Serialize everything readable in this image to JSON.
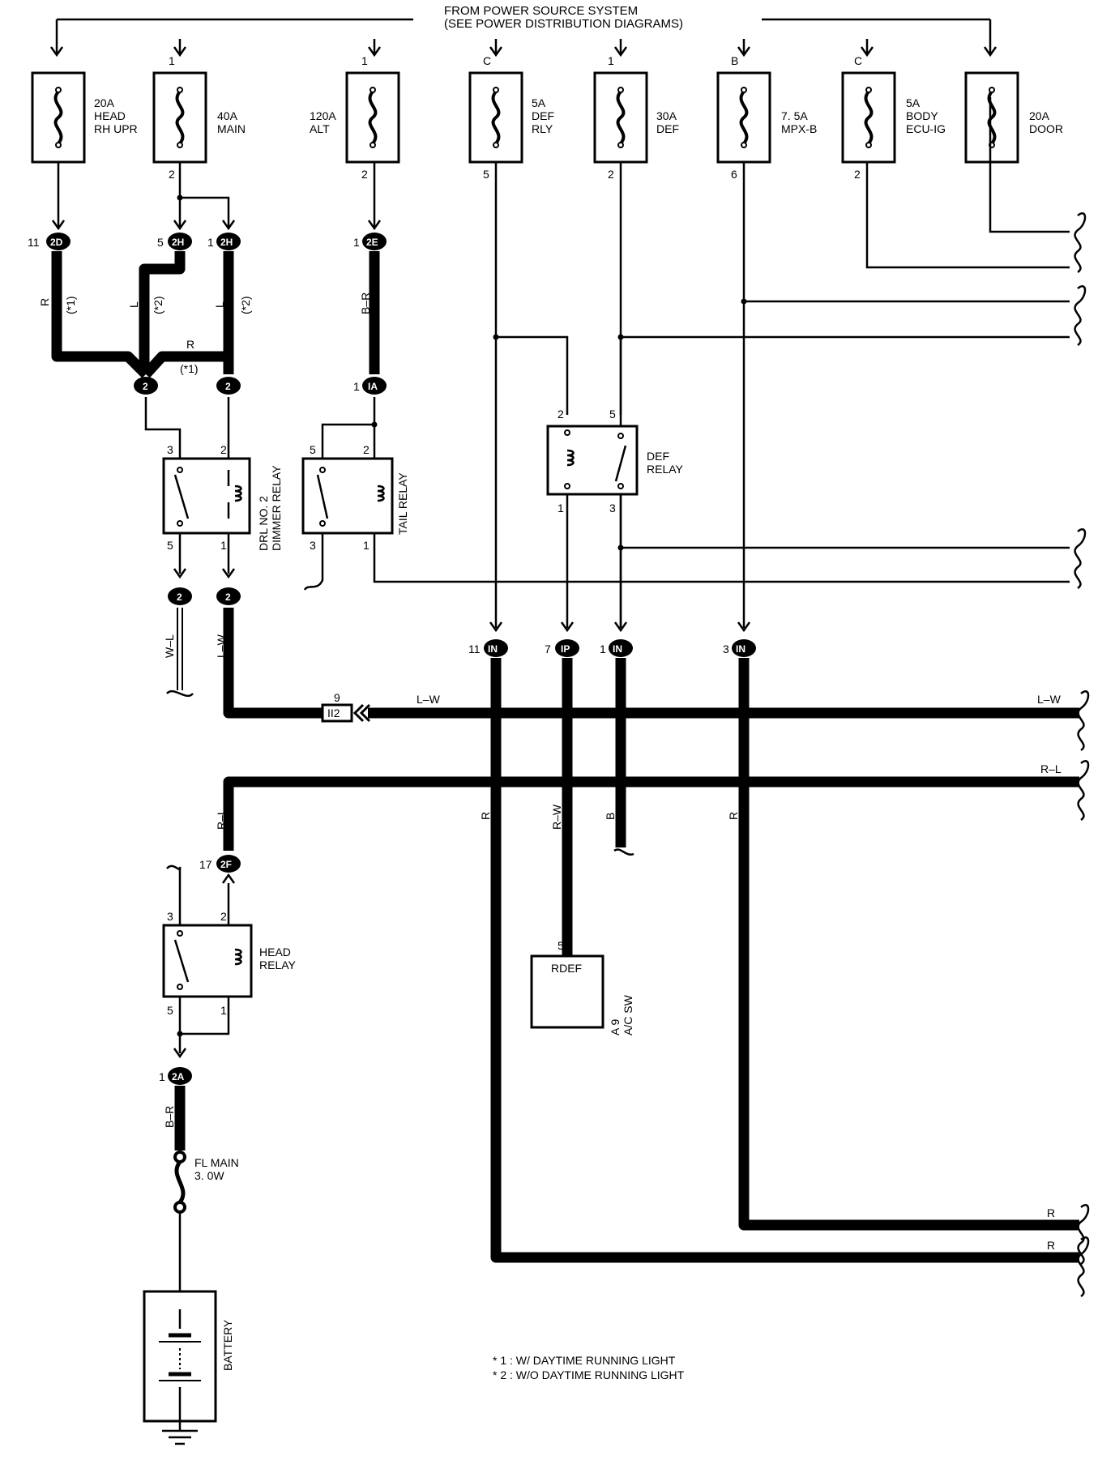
{
  "header": {
    "line1": "FROM POWER SOURCE SYSTEM",
    "line2": "(SEE POWER DISTRIBUTION DIAGRAMS)"
  },
  "fuses": [
    {
      "rating": "20A",
      "name1": "HEAD",
      "name2": "RH UPR",
      "pin_top": "",
      "pin_bottom": ""
    },
    {
      "rating": "40A",
      "name1": "MAIN",
      "name2": "",
      "pin_top": "1",
      "pin_bottom": "2"
    },
    {
      "rating": "120A",
      "name1": "ALT",
      "name2": "",
      "pin_top": "1",
      "pin_bottom": "2"
    },
    {
      "rating": "5A",
      "name1": "DEF",
      "name2": "RLY",
      "pin_top": "C",
      "pin_bottom": "5"
    },
    {
      "rating": "30A",
      "name1": "DEF",
      "name2": "",
      "pin_top": "1",
      "pin_bottom": "2"
    },
    {
      "rating": "7. 5A",
      "name1": "MPX-B",
      "name2": "",
      "pin_top": "B",
      "pin_bottom": "6"
    },
    {
      "rating": "5A",
      "name1": "BODY",
      "name2": "ECU-IG",
      "pin_top": "C",
      "pin_bottom": "2"
    },
    {
      "rating": "20A",
      "name1": "DOOR",
      "name2": "",
      "pin_top": "",
      "pin_bottom": ""
    }
  ],
  "connectors": {
    "c2D": {
      "id": "2D",
      "pin": "11"
    },
    "c2H_a": {
      "id": "2H",
      "pin": "5"
    },
    "c2H_b": {
      "id": "2H",
      "pin": "1"
    },
    "c2E": {
      "id": "2E",
      "pin": "1"
    },
    "c2_a": {
      "id": "2"
    },
    "c2_b": {
      "id": "2"
    },
    "cIA": {
      "id": "IA",
      "pin": "1"
    },
    "c2_c": {
      "id": "2"
    },
    "c2_d": {
      "id": "2"
    },
    "cIN_1": {
      "id": "IN",
      "pin": "11"
    },
    "cIP": {
      "id": "IP",
      "pin": "7"
    },
    "cIN_2": {
      "id": "IN",
      "pin": "1"
    },
    "cIN_3": {
      "id": "IN",
      "pin": "3"
    },
    "cII2": {
      "id": "II2",
      "pin": "9"
    },
    "c2F": {
      "id": "2F",
      "pin": "17"
    },
    "c2A": {
      "id": "2A",
      "pin": "1"
    }
  },
  "wires": {
    "r": "R",
    "r_note": "(*1)",
    "note_1": "(*1)",
    "note_2a": "(*2)",
    "note_2b": "(*2)",
    "l_a": "L",
    "l_b": "L",
    "br_top": "B–R",
    "wl": "W–L",
    "lw_v": "L–W",
    "lw_h1": "L–W",
    "lw_h2": "L–W",
    "rl_h": "R–L",
    "rl_v": "R–L",
    "r_v1": "R",
    "rw_v": "R–W",
    "b_v": "B",
    "r_v2": "R",
    "br_bottom": "B–R",
    "r_bot1": "R",
    "r_bot2": "R"
  },
  "relays": {
    "dimmer": {
      "name": "DRL NO. 2",
      "name2": "DIMMER RELAY",
      "p3": "3",
      "p2": "2",
      "p5": "5",
      "p1": "1"
    },
    "tail": {
      "name": "TAIL RELAY",
      "p5": "5",
      "p2": "2",
      "p3": "3",
      "p1": "1"
    },
    "def": {
      "name": "DEF",
      "name2": "RELAY",
      "p2": "2",
      "p5": "5",
      "p1": "1",
      "p3": "3"
    },
    "head": {
      "name": "HEAD",
      "name2": "RELAY",
      "p3": "3",
      "p2": "2",
      "p5": "5",
      "p1": "1"
    }
  },
  "acsw": {
    "label": "RDEF",
    "pin": "5",
    "id": "A 9",
    "name": "A/C SW"
  },
  "fusible_link": {
    "name": "FL MAIN",
    "rating": "3. 0W"
  },
  "battery": {
    "label": "BATTERY"
  },
  "notes": [
    "* 1 : W/ DAYTIME RUNNING LIGHT",
    "* 2 : W/O DAYTIME RUNNING LIGHT"
  ]
}
